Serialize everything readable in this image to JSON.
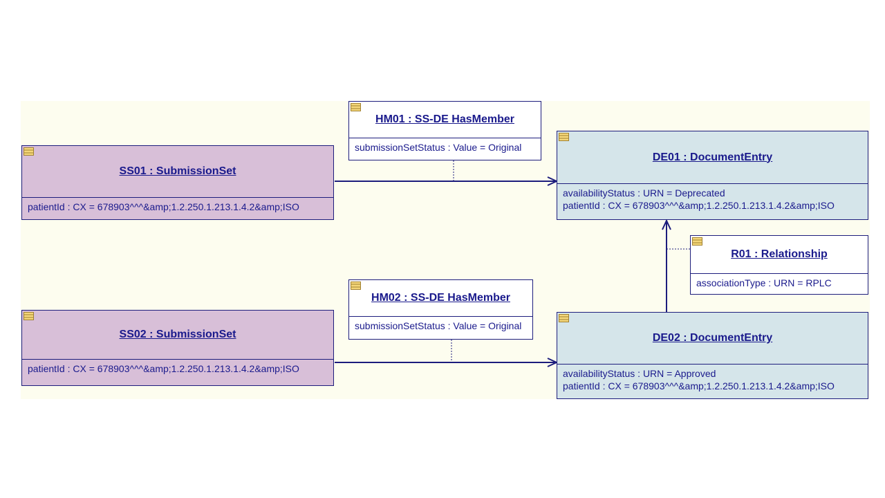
{
  "diagram": {
    "colors": {
      "line": "#1c1c7c",
      "submission_set": "#d8bfd8",
      "document_entry": "#d5e5ea",
      "association": "#ffffff",
      "icon": "#f5d77a"
    },
    "ss01": {
      "title": "SS01 : SubmissionSet",
      "attrs": [
        "patientId : CX = 678903^^^&amp;1.2.250.1.213.1.4.2&amp;ISO"
      ]
    },
    "ss02": {
      "title": "SS02 : SubmissionSet",
      "attrs": [
        "patientId : CX = 678903^^^&amp;1.2.250.1.213.1.4.2&amp;ISO"
      ]
    },
    "hm01": {
      "title": "HM01 : SS-DE HasMember",
      "attrs": [
        "submissionSetStatus : Value = Original"
      ]
    },
    "hm02": {
      "title": "HM02 : SS-DE HasMember",
      "attrs": [
        "submissionSetStatus : Value = Original"
      ]
    },
    "de01": {
      "title": "DE01 : DocumentEntry",
      "attrs": [
        "availabilityStatus : URN = Deprecated",
        "patientId : CX = 678903^^^&amp;1.2.250.1.213.1.4.2&amp;ISO"
      ]
    },
    "de02": {
      "title": "DE02 : DocumentEntry",
      "attrs": [
        "availabilityStatus : URN = Approved",
        "patientId : CX = 678903^^^&amp;1.2.250.1.213.1.4.2&amp;ISO"
      ]
    },
    "r01": {
      "title": "R01 : Relationship",
      "attrs": [
        "associationType : URN = RPLC"
      ]
    }
  }
}
